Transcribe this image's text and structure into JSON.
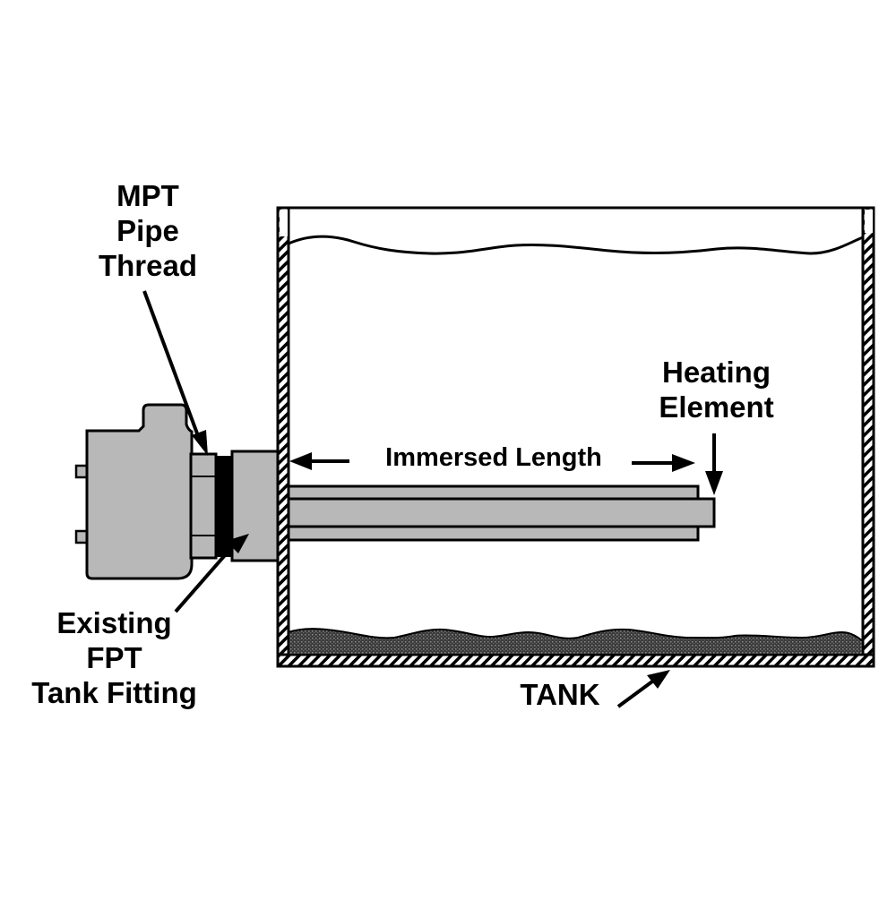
{
  "labels": {
    "mpt": [
      "MPT",
      "Pipe",
      "Thread"
    ],
    "heating": [
      "Heating",
      "Element"
    ],
    "immersed": "Immersed Length",
    "existing": [
      "Existing",
      "FPT",
      "Tank Fitting"
    ],
    "tank": "TANK"
  },
  "colors": {
    "body_gray": "#b8b8b8",
    "outline": "#000000",
    "sediment": "#2b2b2b"
  }
}
